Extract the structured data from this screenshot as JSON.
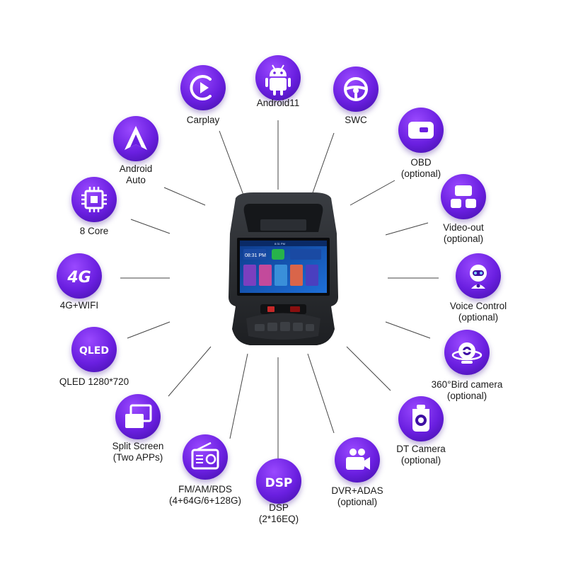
{
  "accent": "#6a1fe0",
  "features": [
    {
      "id": "android11",
      "icon": "android-icon",
      "lines": [
        "Android11"
      ]
    },
    {
      "id": "carplay",
      "icon": "carplay-icon",
      "lines": [
        "Carplay"
      ]
    },
    {
      "id": "swc",
      "icon": "steering-wheel-icon",
      "lines": [
        "SWC"
      ]
    },
    {
      "id": "android-auto",
      "icon": "android-auto-icon",
      "lines": [
        "Android",
        "Auto"
      ]
    },
    {
      "id": "obd",
      "icon": "obd-icon",
      "lines": [
        "OBD",
        "(optional)"
      ]
    },
    {
      "id": "8core",
      "icon": "cpu-chip-icon",
      "lines": [
        "8 Core"
      ]
    },
    {
      "id": "video-out",
      "icon": "video-out-icon",
      "lines": [
        "Video-out",
        "(optional)"
      ]
    },
    {
      "id": "4g-wifi",
      "icon": "4g-icon",
      "icon_text": "4G",
      "lines": [
        "4G+WIFI"
      ]
    },
    {
      "id": "voice-control",
      "icon": "voice-robot-icon",
      "lines": [
        "Voice Control",
        "(optional)"
      ]
    },
    {
      "id": "qled",
      "icon": "qled-icon",
      "icon_text": "QLED",
      "lines": [
        "QLED 1280*720"
      ]
    },
    {
      "id": "bird-camera",
      "icon": "360-camera-icon",
      "lines": [
        "360°Bird camera",
        "(optional)"
      ]
    },
    {
      "id": "split-screen",
      "icon": "split-screen-icon",
      "lines": [
        "Split Screen",
        "(Two APPs)"
      ]
    },
    {
      "id": "dt-camera",
      "icon": "dt-camera-icon",
      "lines": [
        "DT Camera",
        "(optional)"
      ]
    },
    {
      "id": "radio",
      "icon": "radio-icon",
      "lines": [
        "FM/AM/RDS",
        "(4+64G/6+128G)"
      ]
    },
    {
      "id": "dvr",
      "icon": "dvr-camera-icon",
      "lines": [
        "DVR+ADAS",
        "(optional)"
      ]
    },
    {
      "id": "dsp",
      "icon": "dsp-icon",
      "icon_text": "DSP",
      "lines": [
        "DSP",
        "(2*16EQ)"
      ]
    }
  ],
  "screen": {
    "time": "08:31 PM",
    "status_time": "8:31 PM"
  }
}
